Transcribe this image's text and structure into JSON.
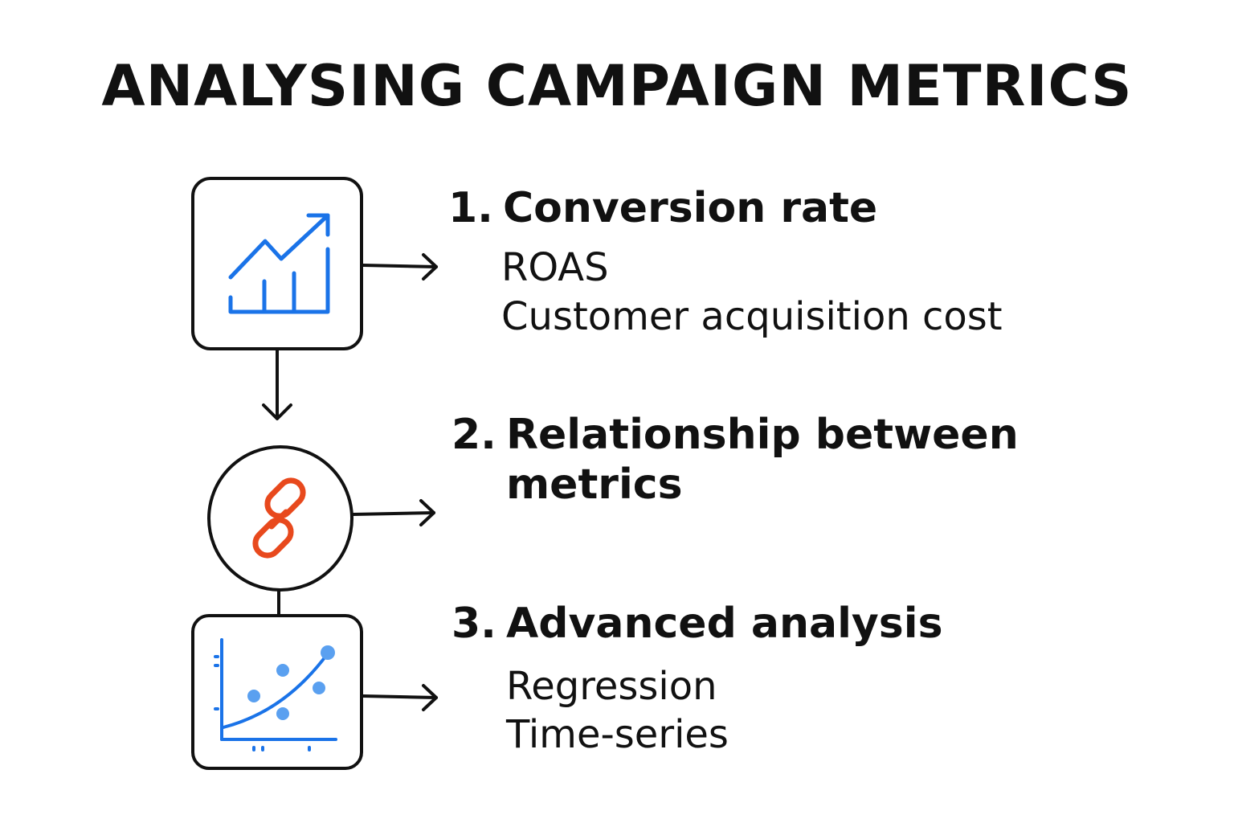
{
  "title": "ANALYSING CAMPAIGN METRICS",
  "colors": {
    "ink": "#111111",
    "accent_blue": "#1a73e8",
    "accent_blue_light": "#5aa0f0",
    "accent_orange": "#e8491d"
  },
  "steps": [
    {
      "number": "1.",
      "heading": "Conversion rate",
      "heading_cont": "",
      "details": [
        "ROAS",
        "Customer acquisition cost"
      ],
      "icon": "bar-chart-trend-icon"
    },
    {
      "number": "2.",
      "heading": "Relationship between",
      "heading_cont": "metrics",
      "details": [],
      "icon": "chain-link-icon"
    },
    {
      "number": "3.",
      "heading": "Advanced analysis",
      "heading_cont": "",
      "details": [
        "Regression",
        "Time-series"
      ],
      "icon": "scatter-plot-icon"
    }
  ]
}
